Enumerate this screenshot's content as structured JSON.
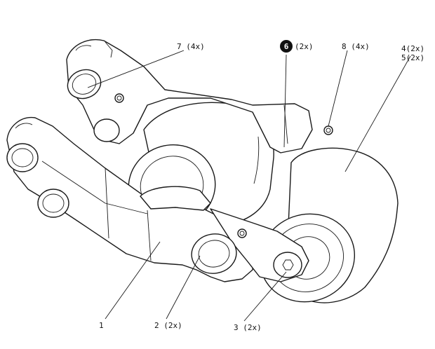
{
  "callouts": [
    {
      "id": "callout-1",
      "label": "1"
    },
    {
      "id": "callout-2",
      "label": "2 (2x)"
    },
    {
      "id": "callout-3",
      "label": "3 (2x)"
    },
    {
      "id": "callout-4",
      "label": "4(2x)"
    },
    {
      "id": "callout-5",
      "label": "5(2x)"
    },
    {
      "id": "callout-6",
      "number": "6",
      "qty": "(2x)"
    },
    {
      "id": "callout-7",
      "label": "7 (4x)"
    },
    {
      "id": "callout-8",
      "label": "8 (4x)"
    }
  ]
}
